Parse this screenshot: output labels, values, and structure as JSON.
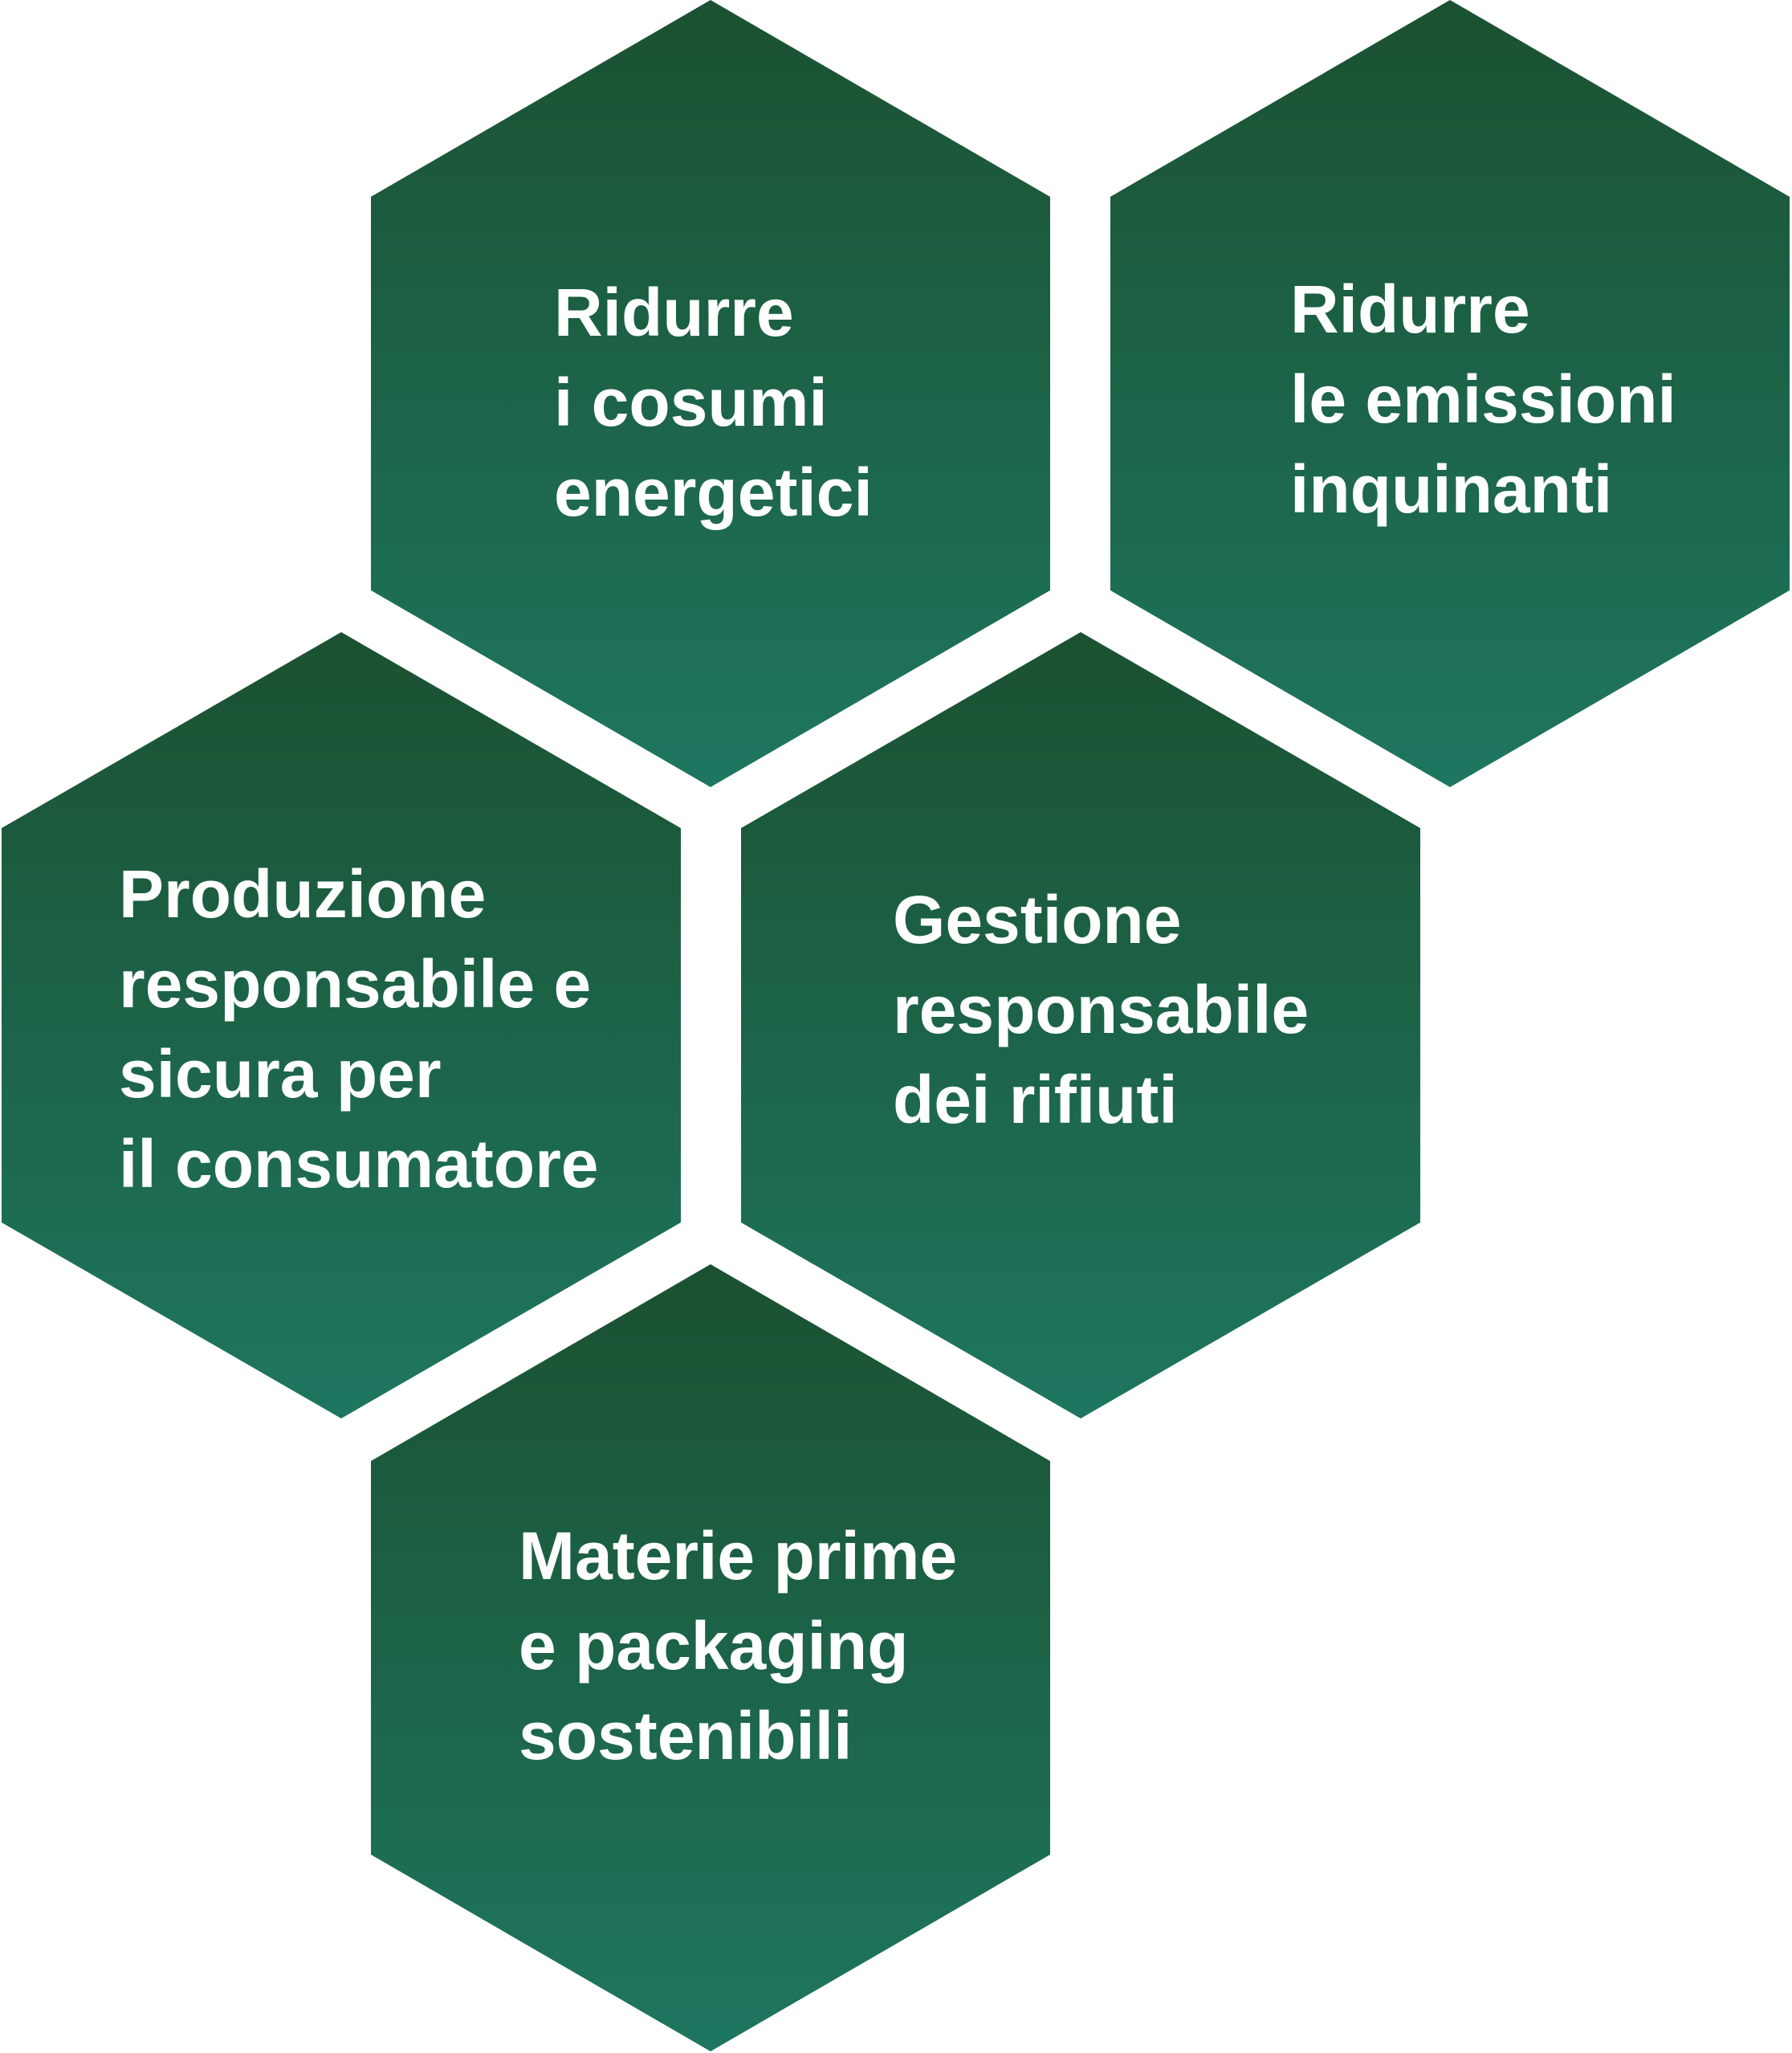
{
  "colors": {
    "hex_top": "#1b5131",
    "hex_bottom": "#1e7660",
    "text": "#ffffff",
    "background": "#ffffff"
  },
  "hexagons": [
    {
      "id": "energy",
      "lines": [
        "Ridurre",
        "i cosumi",
        "energetici"
      ]
    },
    {
      "id": "emissions",
      "lines": [
        "Ridurre",
        "le emissioni",
        "inquinanti"
      ]
    },
    {
      "id": "production",
      "lines": [
        "Produzione",
        "responsabile e",
        "sicura per",
        "il consumatore"
      ]
    },
    {
      "id": "waste",
      "lines": [
        "Gestione",
        "responsabile",
        "dei rifiuti"
      ]
    },
    {
      "id": "materials",
      "lines": [
        "Materie prime",
        "e packaging",
        "sostenibili"
      ]
    }
  ]
}
